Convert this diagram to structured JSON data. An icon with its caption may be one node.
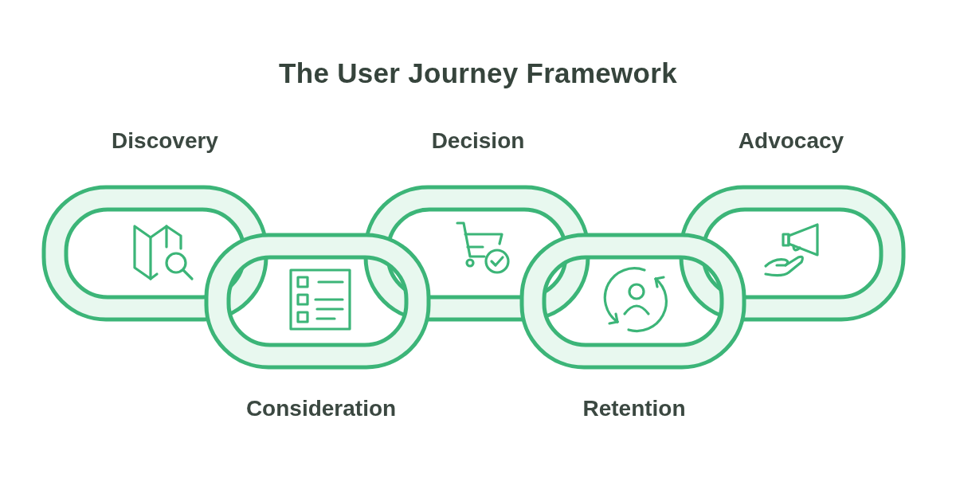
{
  "diagram": {
    "title": "The User Journey Framework",
    "nodes": [
      {
        "text": [
          "Discovery"
        ]
      },
      {
        "text": [
          "Consideration"
        ]
      },
      {
        "text": [
          "Decision"
        ]
      },
      {
        "text": [
          "Retention"
        ]
      },
      {
        "text": [
          "Advocacy"
        ]
      }
    ]
  }
}
